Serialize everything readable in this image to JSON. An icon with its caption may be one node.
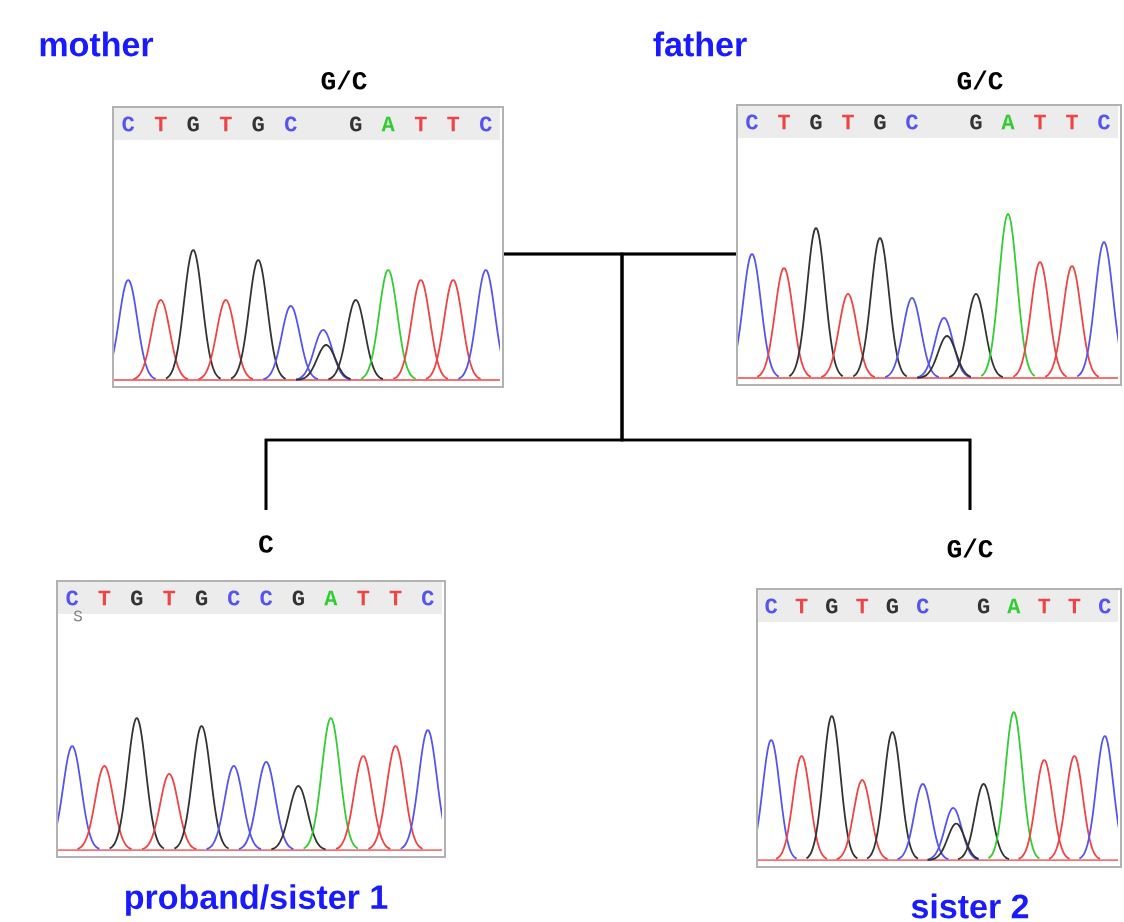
{
  "diagram": {
    "nodes": [
      {
        "text": [
          "C",
          "T",
          "G",
          "T",
          "G",
          "C",
          "G",
          "A",
          "T",
          "T",
          "C"
        ],
        "beside": [
          "mother",
          "G/C"
        ]
      },
      {
        "text": [
          "C",
          "T",
          "G",
          "T",
          "G",
          "C",
          "G",
          "A",
          "T",
          "T",
          "C"
        ],
        "beside": [
          "father",
          "G/C"
        ]
      },
      {
        "text": [
          "C",
          "T",
          "G",
          "T",
          "G",
          "C",
          "C",
          "G",
          "A",
          "T",
          "T",
          "C"
        ],
        "beside": [
          "C",
          "proband/sister 1"
        ]
      },
      {
        "text": [
          "C",
          "T",
          "G",
          "T",
          "G",
          "C",
          "G",
          "A",
          "T",
          "T",
          "C"
        ],
        "beside": [
          "G/C",
          "sister 2"
        ]
      }
    ],
    "edges": [
      {
        "from": 0,
        "to": 1,
        "arrow": "none"
      },
      {
        "from": 0,
        "to": 2,
        "arrow": "none"
      },
      {
        "from": 1,
        "to": 2,
        "arrow": "none"
      },
      {
        "from": 0,
        "to": 3,
        "arrow": "none"
      },
      {
        "from": 1,
        "to": 3,
        "arrow": "none"
      }
    ],
    "labels": [
      "S"
    ]
  }
}
